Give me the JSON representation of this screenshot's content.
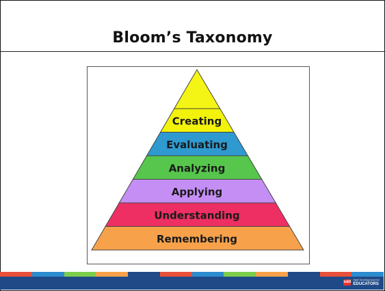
{
  "slide": {
    "title": "Bloom’s Taxonomy"
  },
  "pyramid": {
    "levels": [
      {
        "label": "Creating",
        "color": "#f2f20a"
      },
      {
        "label": "Evaluating",
        "color": "#2e9ad0"
      },
      {
        "label": "Analyzing",
        "color": "#57c64c"
      },
      {
        "label": "Applying",
        "color": "#c58ef5"
      },
      {
        "label": "Understanding",
        "color": "#ee2f63"
      },
      {
        "label": "Remembering",
        "color": "#f7a24a"
      }
    ],
    "apex_color": "#f5f515",
    "text_color": "#1a1a1a"
  },
  "footer": {
    "bar_color": "#1f4a87",
    "stripe_colors": [
      "#e8503a",
      "#2b8ccf",
      "#7ccd4c",
      "#f7a24a",
      "#1f4a87",
      "#e8503a",
      "#2b8ccf",
      "#7ccd4c",
      "#f7a24a",
      "#1f4a87",
      "#e8503a",
      "#2b8ccf"
    ],
    "logo_badge": "sdd",
    "logo_small": "Staff Development for",
    "logo_text": "EDUCATORS"
  }
}
